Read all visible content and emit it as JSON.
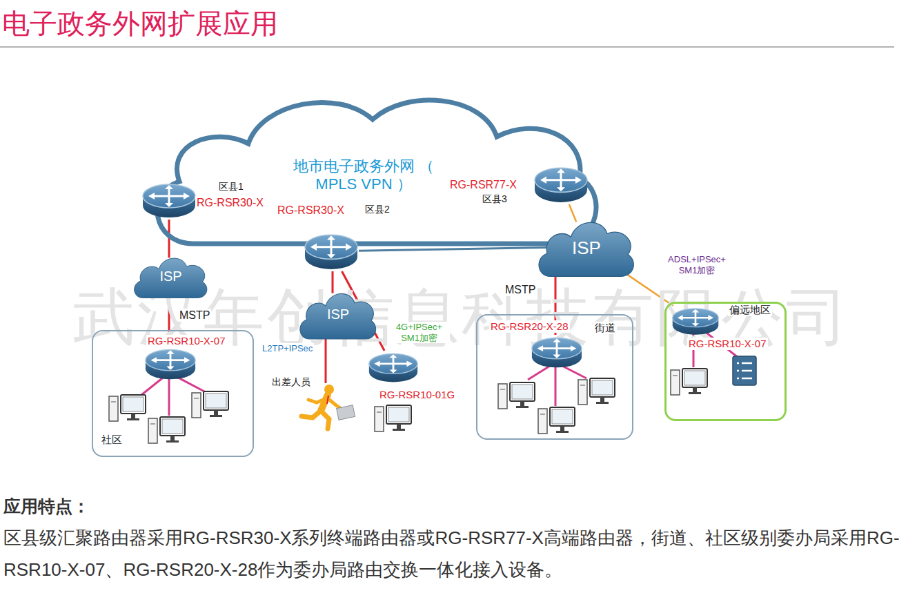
{
  "diagram": {
    "title": "电子政务外网扩展应用",
    "nodes": [
      {
        "text": [
          "地市电子政务外网 （ MPLS VPN ）"
        ]
      },
      {
        "text": [
          "区县1",
          "RG-RSR30-X"
        ],
        "in": 0
      },
      {
        "text": [
          "RG-RSR30-X",
          "区县2"
        ],
        "in": 0
      },
      {
        "text": [
          "RG-RSR77-X",
          "区县3"
        ],
        "in": 0
      },
      {
        "text": [
          "ISP"
        ]
      },
      {
        "text": [
          "ISP"
        ]
      },
      {
        "text": [
          "ISP"
        ]
      },
      {
        "text": [
          "社区"
        ]
      },
      {
        "text": [
          "RG-RSR10-X-07"
        ],
        "in": 7
      },
      {
        "text": [
          "出差人员"
        ]
      },
      {
        "text": [
          "RG-RSR10-01G"
        ]
      },
      {
        "text": [
          "街道"
        ]
      },
      {
        "text": [
          "RG-RSR20-X-28"
        ],
        "in": 11
      },
      {
        "text": [
          "偏远地区"
        ]
      },
      {
        "text": [
          "RG-RSR10-X-07"
        ],
        "in": 13
      }
    ],
    "edges": [
      {
        "from": 1,
        "to": 4,
        "arrow": "none"
      },
      {
        "from": 4,
        "to": 8,
        "arrow": "none",
        "label": "MSTP"
      },
      {
        "from": 2,
        "to": 5,
        "arrow": "none"
      },
      {
        "from": 5,
        "to": 9,
        "arrow": "none",
        "label": "L2TP+IPSec"
      },
      {
        "from": 2,
        "to": 10,
        "arrow": "none",
        "label": "4G+IPSec+ SM1加密"
      },
      {
        "from": 2,
        "to": 6,
        "arrow": "none"
      },
      {
        "from": 3,
        "to": 6,
        "arrow": "none"
      },
      {
        "from": 6,
        "to": 12,
        "arrow": "none",
        "label": "MSTP"
      },
      {
        "from": 6,
        "to": 14,
        "arrow": "none",
        "label": "ADSL+IPSec+ SM1加密"
      }
    ],
    "labels": [
      "武汉年创信息科技有限公司",
      "应用特点：",
      "区县级汇聚路由器采用RG-RSR30-X系列终端路由器或RG-RSR77-X高端路由器，街道、社区级别委办局采用RG-RSR10-X-07、RG-RSR20-X-28作为委办局路由交换一体化接入设备。"
    ]
  }
}
